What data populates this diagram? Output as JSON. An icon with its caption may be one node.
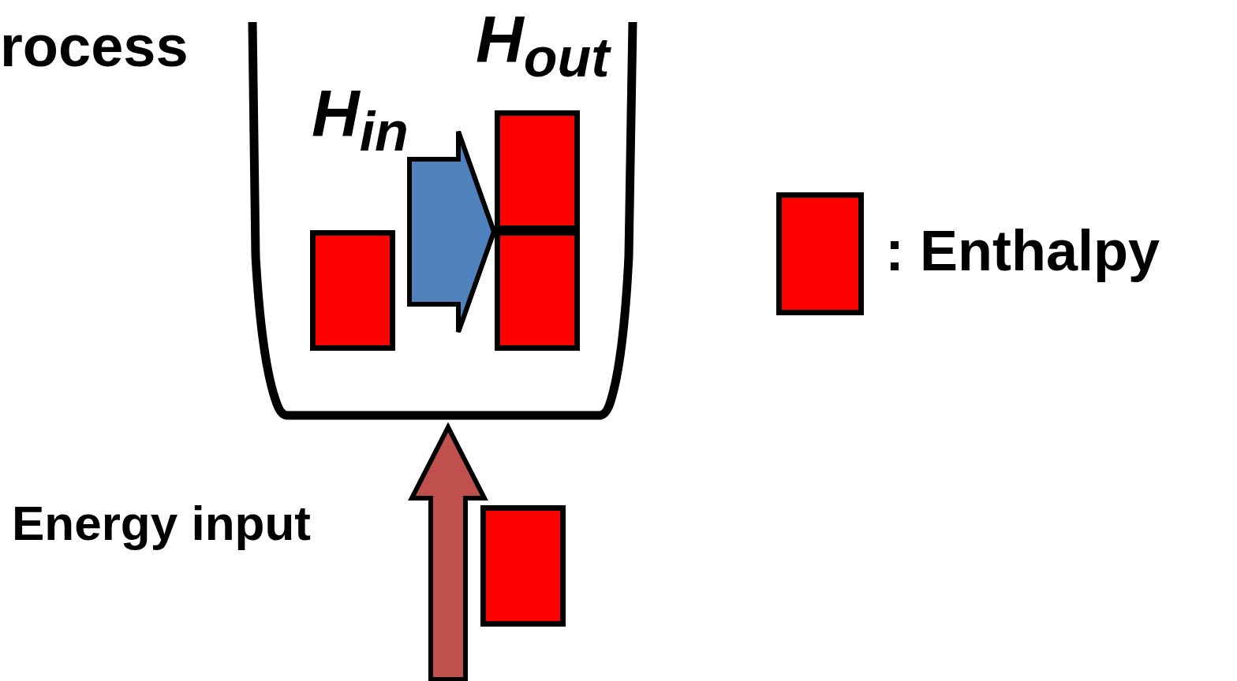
{
  "diagram": {
    "nodes": [
      {
        "text": [],
        "shape": "box",
        "beside": [
          "H$_{in}$"
        ],
        "in": 3
      },
      {
        "text": [],
        "shape": "box",
        "beside": [
          "H$_{out}$"
        ],
        "in": 3
      },
      {
        "text": [],
        "shape": "box",
        "in": 3
      },
      {
        "text": [],
        "shape": "vessel",
        "beside": [
          "rocess"
        ]
      },
      {
        "text": [],
        "shape": "box"
      }
    ],
    "edges": [
      {
        "from": 0,
        "to": 1,
        "arrow": "to",
        "style": "thick",
        "color": "#4f81bd"
      },
      {
        "from": 0,
        "to": 2,
        "arrow": "to",
        "style": "thick",
        "color": "#4f81bd"
      },
      {
        "from": null,
        "to": 3,
        "arrow": "to",
        "style": "thick",
        "color": "#c0504d",
        "label": "Energy input"
      }
    ],
    "legend": [
      {
        "text": ": Enthalpy",
        "color": "#ff0000"
      }
    ]
  }
}
